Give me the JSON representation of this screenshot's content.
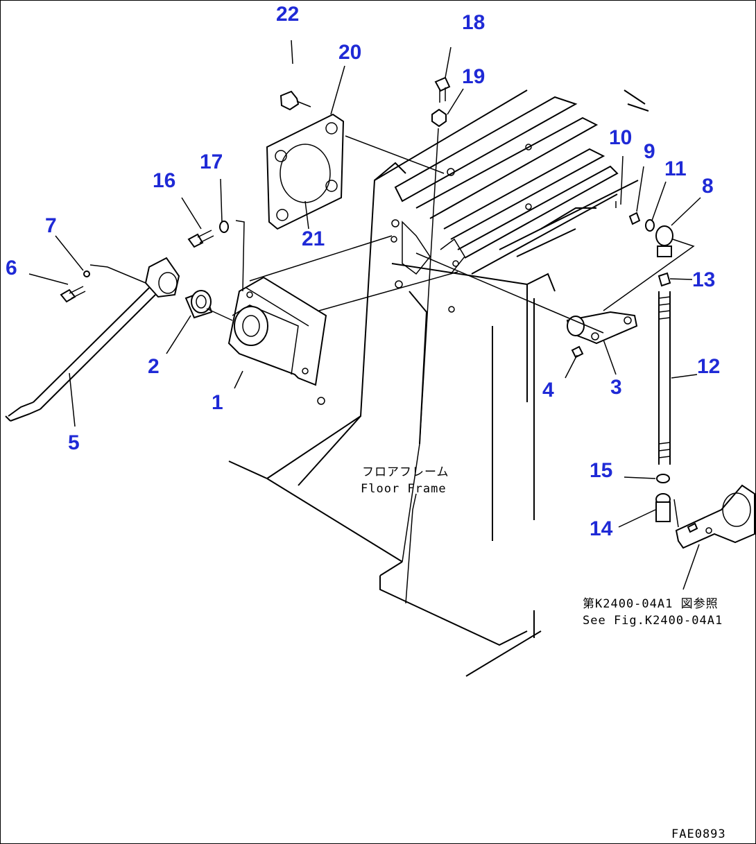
{
  "callouts": [
    {
      "id": "c1",
      "label": "1"
    },
    {
      "id": "c2",
      "label": "2"
    },
    {
      "id": "c3",
      "label": "3"
    },
    {
      "id": "c4",
      "label": "4"
    },
    {
      "id": "c5",
      "label": "5"
    },
    {
      "id": "c6",
      "label": "6"
    },
    {
      "id": "c7",
      "label": "7"
    },
    {
      "id": "c8",
      "label": "8"
    },
    {
      "id": "c9",
      "label": "9"
    },
    {
      "id": "c10",
      "label": "10"
    },
    {
      "id": "c11",
      "label": "11"
    },
    {
      "id": "c12",
      "label": "12"
    },
    {
      "id": "c13",
      "label": "13"
    },
    {
      "id": "c14",
      "label": "14"
    },
    {
      "id": "c15",
      "label": "15"
    },
    {
      "id": "c16",
      "label": "16"
    },
    {
      "id": "c17",
      "label": "17"
    },
    {
      "id": "c18",
      "label": "18"
    },
    {
      "id": "c19",
      "label": "19"
    },
    {
      "id": "c20",
      "label": "20"
    },
    {
      "id": "c21",
      "label": "21"
    },
    {
      "id": "c22",
      "label": "22"
    }
  ],
  "notes": {
    "floor_frame_jp": "フロアフレーム",
    "floor_frame_en": "Floor Frame",
    "see_fig_jp": "第K2400-04A1 図参照",
    "see_fig_en": "See Fig.K2400-04A1"
  },
  "figure_code": "FAE0893",
  "colors": {
    "callout": "#1f2ad6",
    "line": "#000000",
    "background": "#ffffff"
  }
}
